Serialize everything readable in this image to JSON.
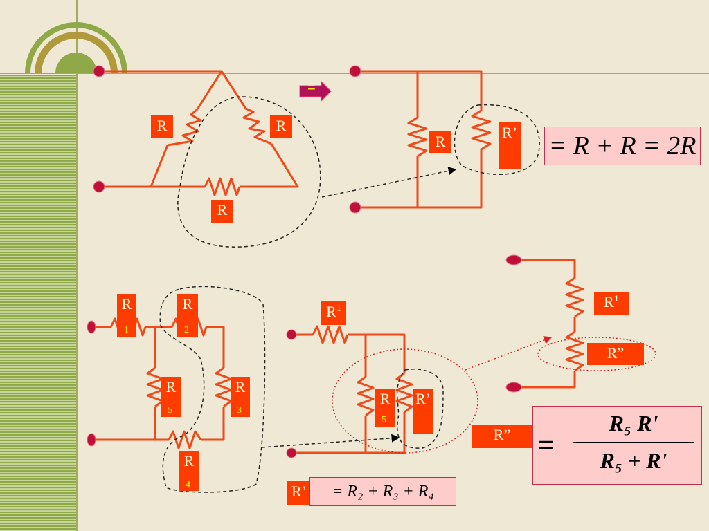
{
  "labels": {
    "delta_left": "R",
    "delta_right": "R",
    "delta_bottom": "R",
    "parallel_r": "R",
    "parallel_rprime": "R’",
    "b_r1_main": "R",
    "b_r1_sub": "1",
    "b_r2_main": "R",
    "b_r2_sub": "2",
    "b_r5_main": "R",
    "b_r5_sub": "5",
    "b_r3_main": "R",
    "b_r3_sub": "3",
    "b_r4_main": "R",
    "b_r4_sub": "4",
    "c_r1_main": "R",
    "c_r1_sub": "1",
    "c_r5_main": "R",
    "c_r5_sub": "5",
    "c_rprime": "R’",
    "d_r1_main": "R",
    "d_r1_sub": "1",
    "d_rdouble": "R”",
    "rdouble_eq_label": "R”",
    "rprime_eq_label": "R’"
  },
  "equations": {
    "top": "= R + R = 2R",
    "rprime": "= R₂ + R₃ + R₄",
    "rdouble_numerator": "R₅ R'",
    "rdouble_denominator": "R₅ + R'",
    "rdouble_equals": "="
  },
  "arrow_symbol": "=",
  "colors": {
    "background": "#efe8d4",
    "wire": "#f04a1a",
    "label_fill": "#ff3c00",
    "label_text": "#ffffe0",
    "terminal": "#c0103a",
    "equation_fill": "#ffcccc",
    "dashed_red": "#e02020",
    "stripe_green": "#8fa848"
  }
}
